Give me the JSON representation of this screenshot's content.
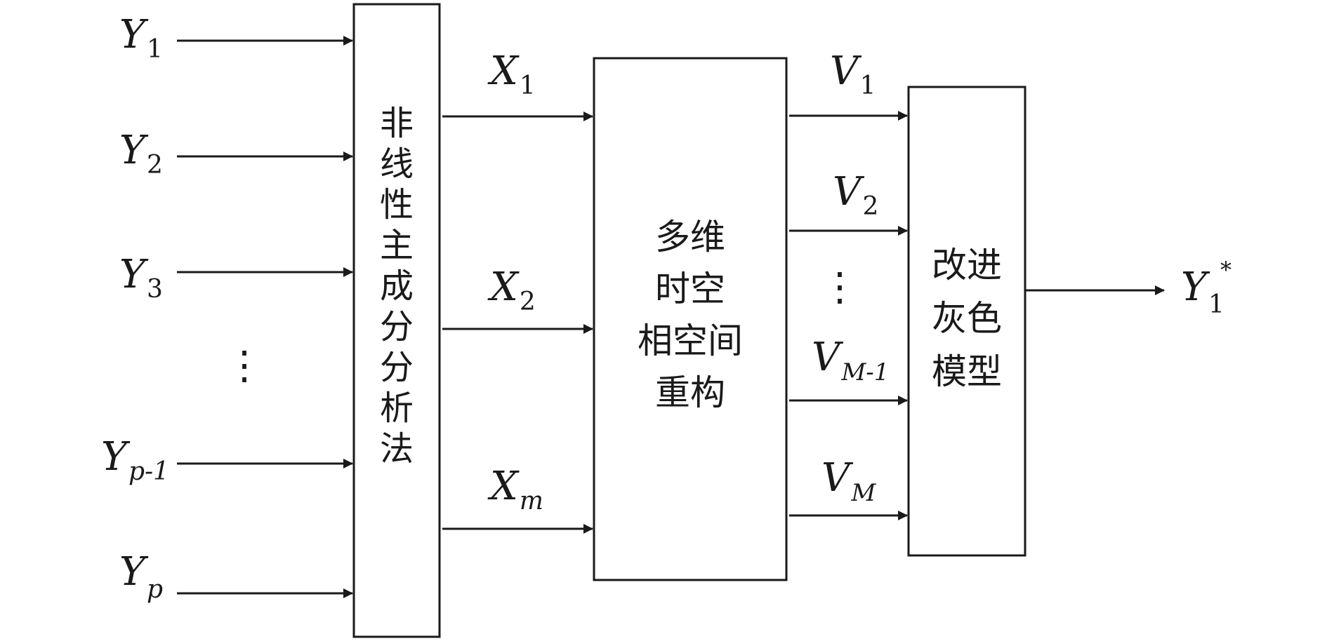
{
  "inputs": [
    {
      "var": "Y",
      "sub": "1"
    },
    {
      "var": "Y",
      "sub": "2"
    },
    {
      "var": "Y",
      "sub": "3"
    },
    {
      "var": "Y",
      "sub": "p-1"
    },
    {
      "var": "Y",
      "sub": "p"
    }
  ],
  "blocks": {
    "b1": {
      "label": "非线性主成分分析法"
    },
    "b2": {
      "lines": [
        "多维",
        "时空",
        "相空间",
        "重构"
      ]
    },
    "b3": {
      "lines": [
        "改进",
        "灰色",
        "模型"
      ]
    }
  },
  "mid_signals": [
    {
      "var": "X",
      "sub": "1"
    },
    {
      "var": "X",
      "sub": "2"
    },
    {
      "var": "X",
      "sub": "m"
    }
  ],
  "right_signals": [
    {
      "var": "V",
      "sub": "1"
    },
    {
      "var": "V",
      "sub": "2"
    },
    {
      "var": "V",
      "sub": "M-1"
    },
    {
      "var": "V",
      "sub": "M"
    }
  ],
  "output": {
    "var": "Y",
    "sub": "1",
    "sup": "*"
  },
  "ellipsis": "⋮"
}
